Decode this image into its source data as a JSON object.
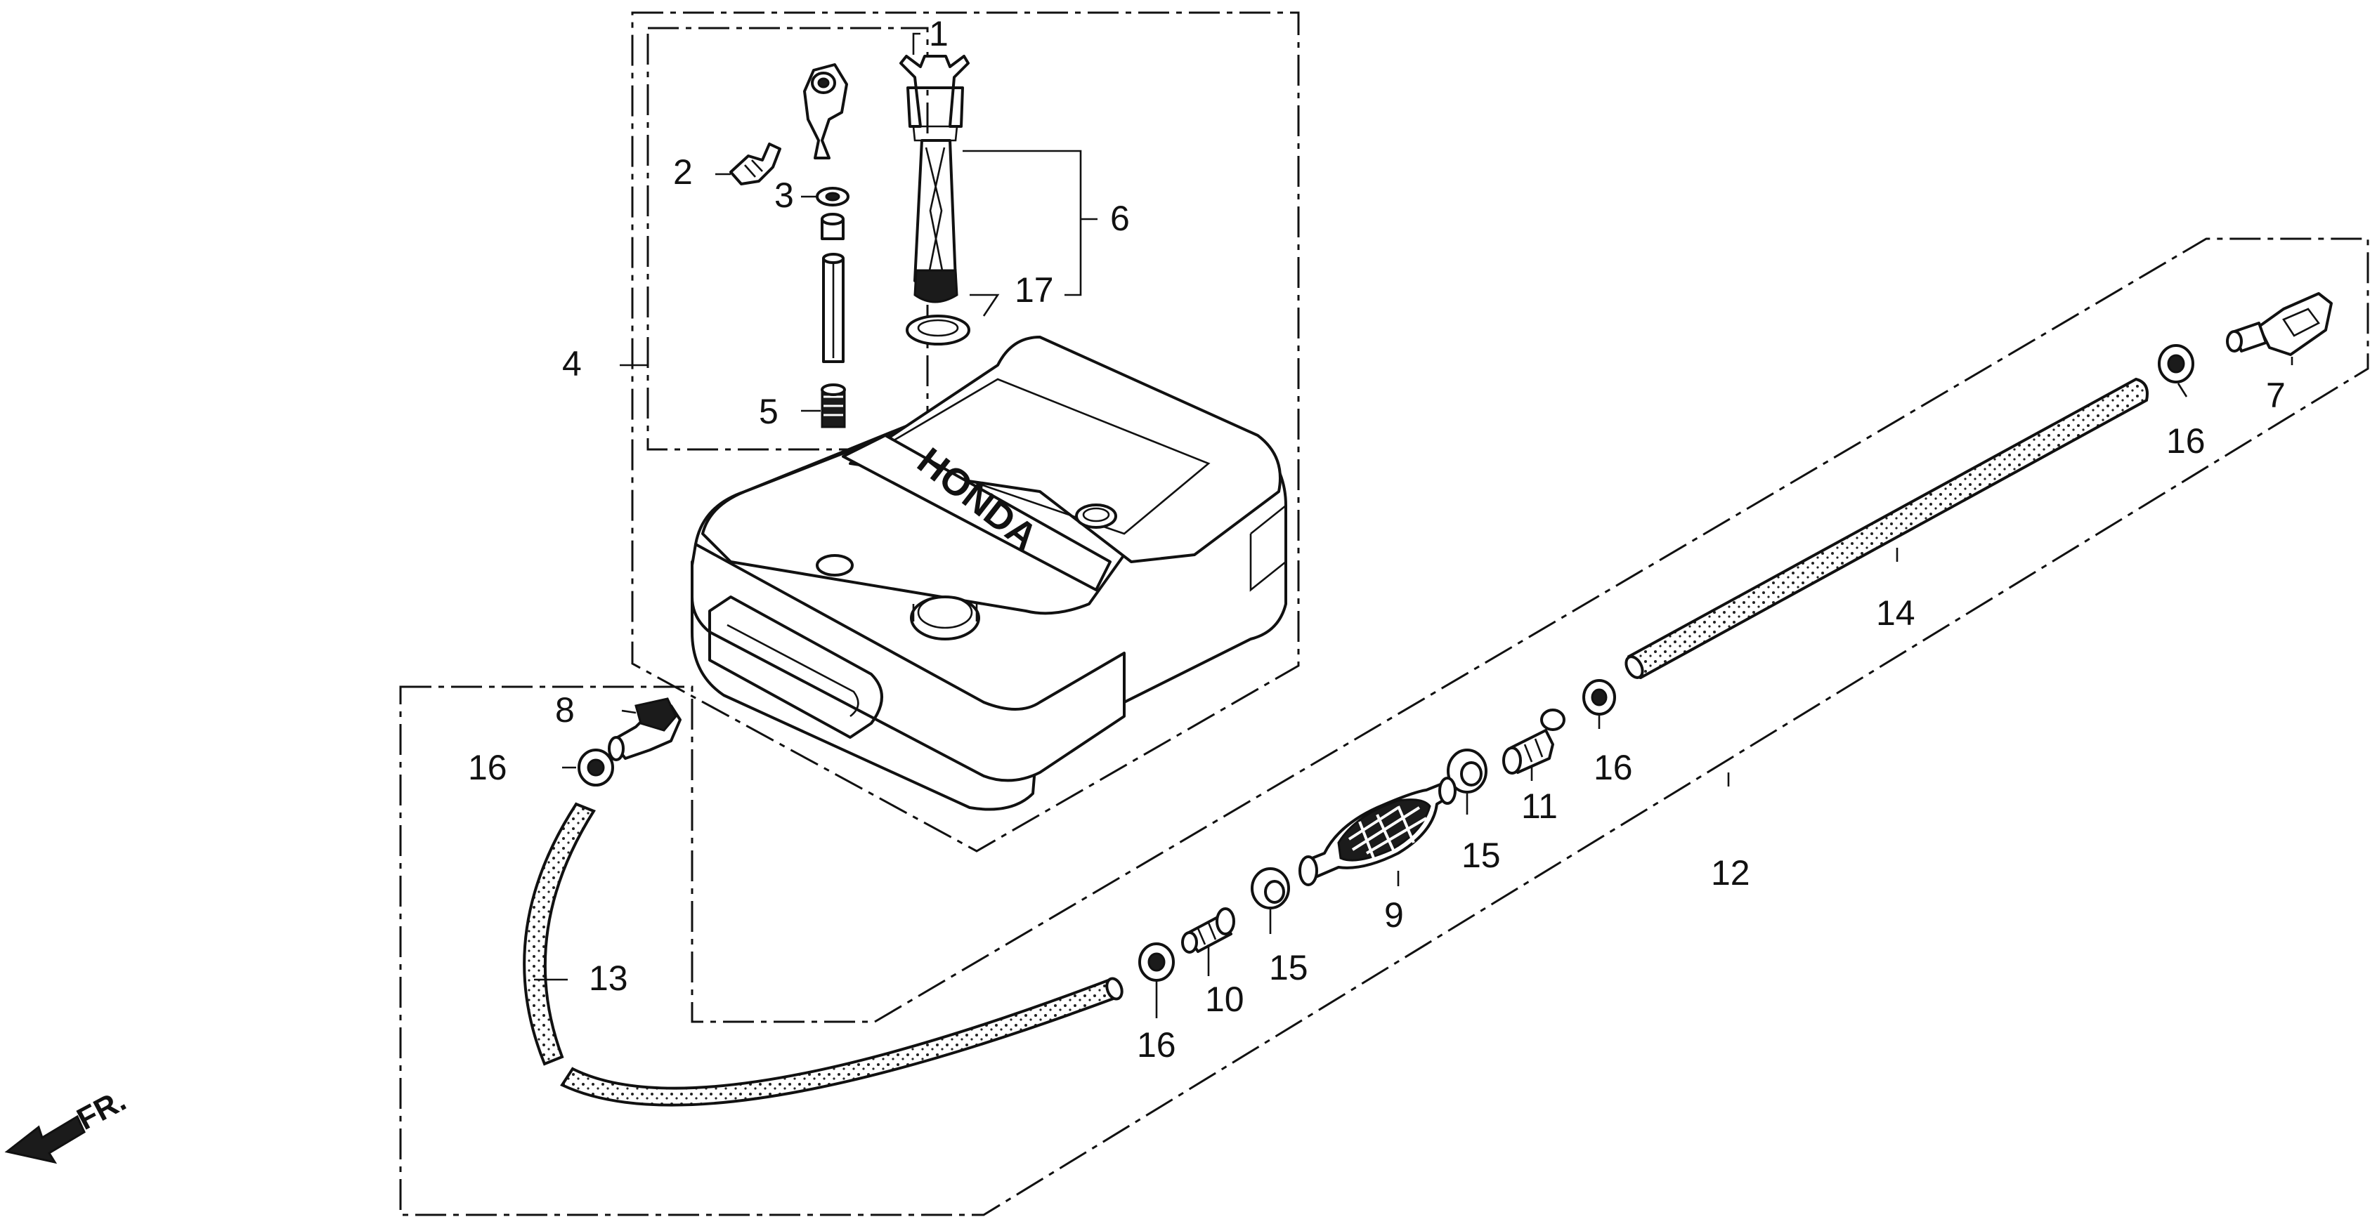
{
  "diagram": {
    "front_arrow_label": "FR.",
    "brand_mark": "HONDA",
    "callouts": [
      "1",
      "2",
      "3",
      "4",
      "5",
      "6",
      "17",
      "7",
      "16",
      "8",
      "16",
      "13",
      "16",
      "10",
      "15",
      "9",
      "15",
      "11",
      "16",
      "12",
      "14"
    ]
  }
}
